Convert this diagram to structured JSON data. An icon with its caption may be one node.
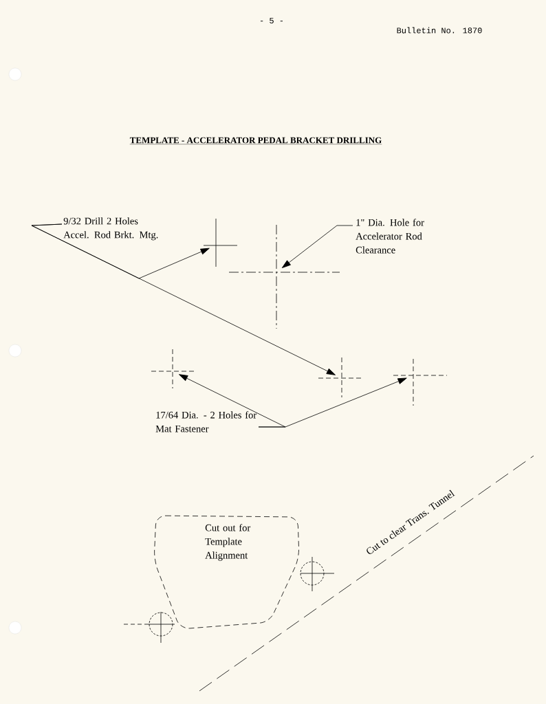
{
  "diagram": {
    "title": "TEMPLATE - ACCELERATOR PEDAL BRACKET DRILLING",
    "nodes": [
      {
        "text": [
          "9/32 Drill 2 Holes Accel. Rod Brkt. Mtg."
        ]
      },
      {
        "text": [],
        "shape": "crosshair"
      },
      {
        "text": [],
        "shape": "crosshair"
      },
      {
        "text": [
          "1\" Dia. Hole for Accelerator Rod Clearance"
        ]
      },
      {
        "text": [],
        "shape": "crosshair"
      },
      {
        "text": [
          "17/64 Dia. - 2 Holes for Mat Fastener"
        ]
      },
      {
        "text": [],
        "shape": "crosshair"
      },
      {
        "text": [],
        "shape": "crosshair"
      },
      {
        "text": [
          "Cut out for Template Alignment"
        ]
      }
    ],
    "edges": [
      {
        "from": 0,
        "to": 2,
        "arrow": "to"
      },
      {
        "from": 0,
        "to": 1,
        "arrow": "to"
      },
      {
        "from": 3,
        "to": 4,
        "arrow": "to"
      },
      {
        "from": 5,
        "to": 6,
        "arrow": "to"
      },
      {
        "from": 5,
        "to": 7,
        "arrow": "to"
      }
    ],
    "labels": [
      "- 5 -",
      "Bulletin No. 1870",
      "Cut to clear Trans. Tunnel"
    ]
  }
}
